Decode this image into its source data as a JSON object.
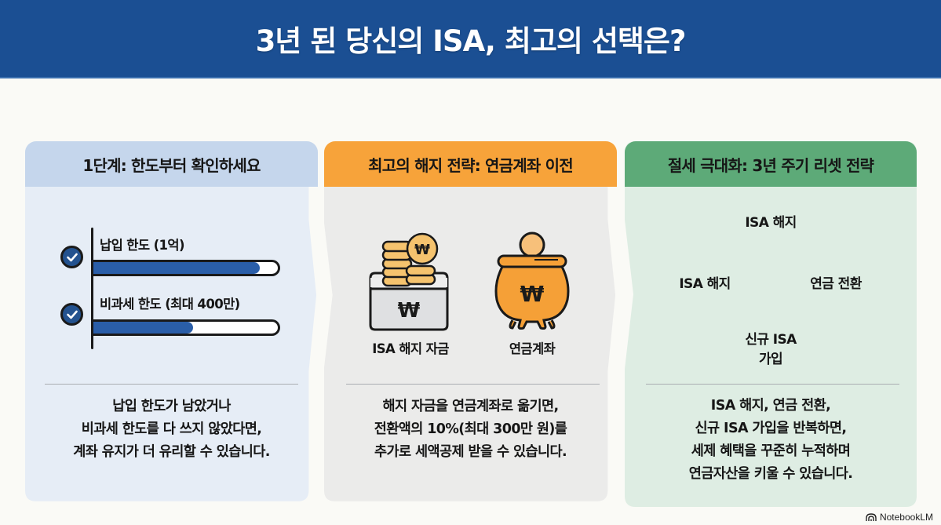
{
  "header": {
    "title": "3년 된 당신의 ISA, 최고의 선택은?"
  },
  "colors": {
    "banner": "#1b4f93",
    "panel1_header": "#c5d6ec",
    "panel1_body": "#e6edf6",
    "panel2_header": "#f7a33a",
    "panel2_body": "#ebebea",
    "panel3_header": "#5daa78",
    "panel3_body": "#deede3",
    "bar_fill": "#2a5ea8",
    "coin": "#f5c36e",
    "pot": "#f5a037"
  },
  "panels": [
    {
      "title": "1단계: 한도부터 확인하세요",
      "bars": [
        {
          "label": "납입 한도 (1억)",
          "fill_percent": 90,
          "icon": "check-circle-icon"
        },
        {
          "label": "비과세 한도 (최대 400만)",
          "fill_percent": 54,
          "icon": "check-circle-icon"
        }
      ],
      "description": [
        "납입 한도가 남았거나",
        "비과세 한도를 다 쓰지 않았다면,",
        "계좌 유지가 더 유리할 수 있습니다."
      ]
    },
    {
      "title": "최고의 해지 전략: 연금계좌 이전",
      "icons": [
        {
          "label": "ISA 해지 자금",
          "icon": "coin-box-won-icon",
          "symbol": "₩"
        },
        {
          "label": "연금계좌",
          "icon": "money-pot-won-icon",
          "symbol": "₩"
        }
      ],
      "description": [
        "해지 자금을 연금계좌로 옮기면,",
        "전환액의 10%(최대 300만 원)를",
        "추가로 세액공제 받을 수 있습니다."
      ]
    },
    {
      "title": "절세 극대화: 3년 주기 리셋 전략",
      "cycle": {
        "top": "ISA 해지",
        "left": "ISA 해지",
        "right": "연금 전환",
        "bottom_line1": "신규 ISA",
        "bottom_line2": "가입"
      },
      "description": [
        "ISA 해지, 연금 전환,",
        "신규 ISA 가입을 반복하면,",
        "세제 혜택을 꾸준히 누적하며",
        "연금자산을 키울 수 있습니다."
      ]
    }
  ],
  "footer": {
    "brand": "NotebookLM",
    "brand_icon": "notebooklm-logo-icon"
  }
}
